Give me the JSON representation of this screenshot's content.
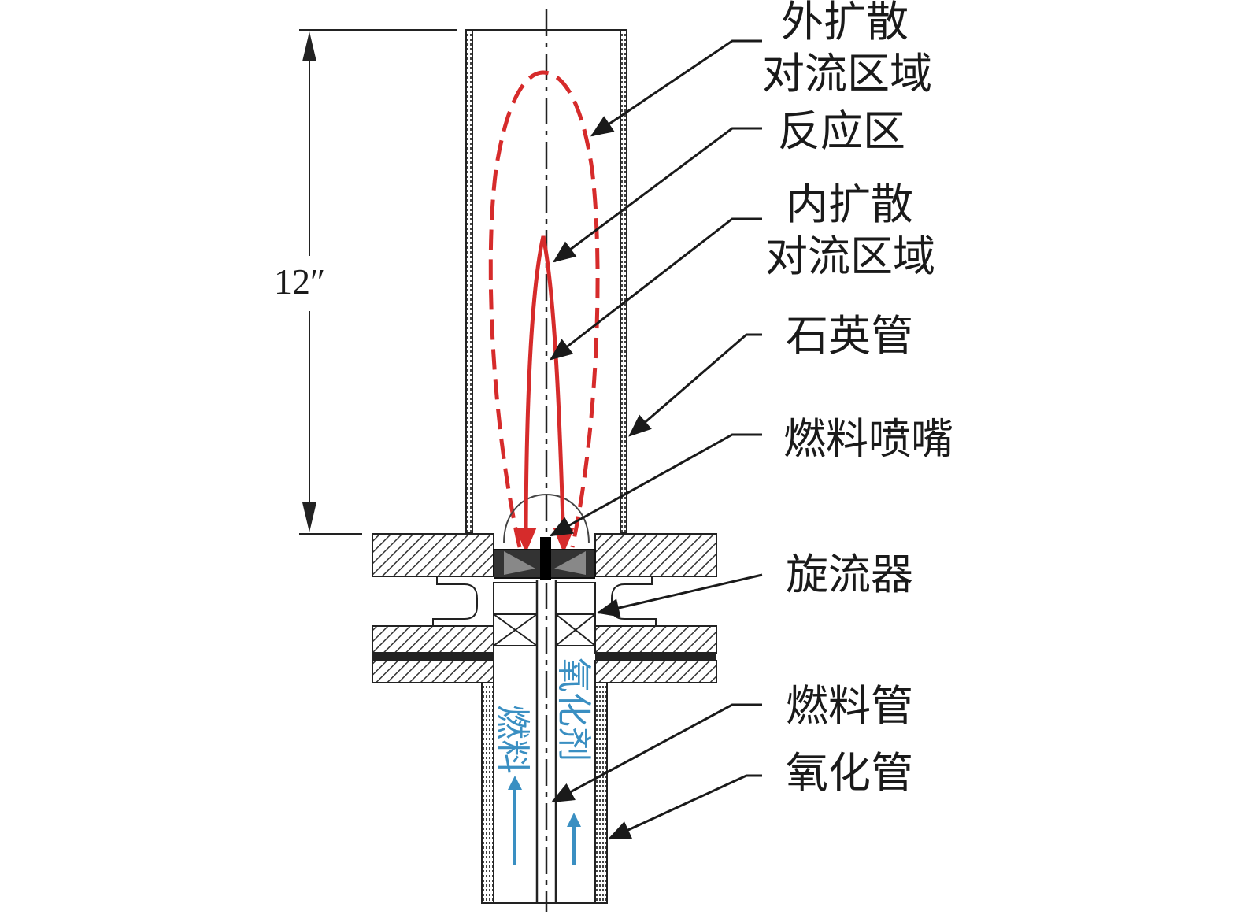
{
  "dimension": {
    "label": "12″"
  },
  "labels": {
    "outer_diffusion": [
      "外扩散",
      "对流区域"
    ],
    "reaction_zone": "反应区",
    "inner_diffusion": [
      "内扩散",
      "对流区域"
    ],
    "quartz_tube": "石英管",
    "fuel_nozzle": "燃料喷嘴",
    "swirler": "旋流器",
    "fuel_tube": "燃料管",
    "oxidizer_tube": "氧化管"
  },
  "flow_labels": {
    "fuel": "燃料",
    "oxidizer": "氧化剂"
  },
  "colors": {
    "flame": "#d62b2b",
    "flow_text": "#3a8fc2",
    "line": "#1a1a1a"
  }
}
